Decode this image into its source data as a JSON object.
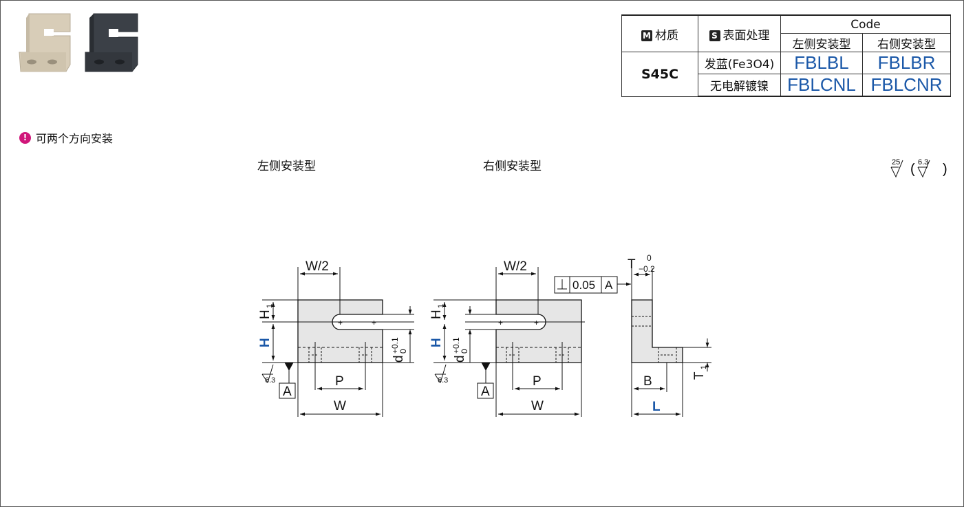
{
  "spec_table": {
    "material_label": "材质",
    "material_icon": "M",
    "surface_label": "表面处理",
    "surface_icon": "S",
    "code_header": "Code",
    "left_type": "左侧安装型",
    "right_type": "右侧安装型",
    "material": "S45C",
    "rows": [
      {
        "surface": "发蓝(Fe3O4)",
        "left_code": "FBLBL",
        "right_code": "FBLBR"
      },
      {
        "surface": "无电解镀镍",
        "left_code": "FBLCNL",
        "right_code": "FBLCNR"
      }
    ]
  },
  "note": {
    "icon": "!",
    "text": "可两个方向安装"
  },
  "views": {
    "left_title": "左侧安装型",
    "right_title": "右侧安装型"
  },
  "roughness": {
    "main": "25",
    "other": "6.3"
  },
  "dims": {
    "w_half": "W/2",
    "w": "W",
    "p": "P",
    "h": "H",
    "h1": "H",
    "h1_sub": "1",
    "d": "d",
    "d_tol_upper": "+0.1",
    "d_tol_lower": "0",
    "datum": "A",
    "rough_small": "6.3",
    "perp_tol": "0.05",
    "perp_datum": "A",
    "t": "T",
    "t_tol_upper": "0",
    "t_tol_lower": "−0.2",
    "t1": "T",
    "t1_sub": "1",
    "b": "B",
    "l": "L"
  },
  "colors": {
    "code_blue": "#1b58a8",
    "accent_magenta": "#d0167a",
    "part_fill": "#e6e6e6"
  }
}
